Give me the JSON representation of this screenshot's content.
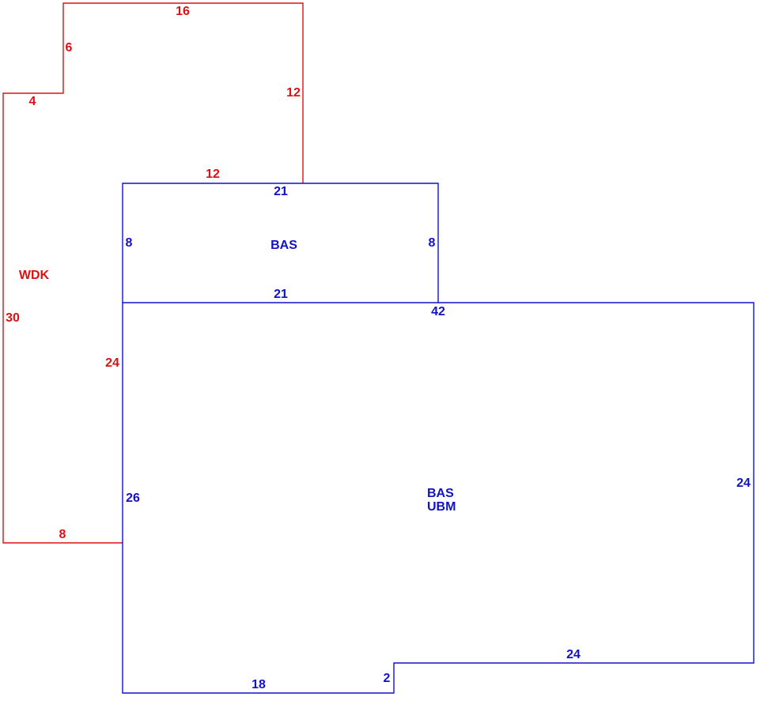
{
  "colors": {
    "deck": "#dd1111",
    "building": "#1111cc"
  },
  "deck": {
    "label": "WDK",
    "dims": {
      "top": "16",
      "left_upper": "6",
      "step": "4",
      "right_upper": "12",
      "lower_top": "12",
      "left": "30",
      "inner_left": "24",
      "bottom": "8"
    }
  },
  "upper_block": {
    "label": "BAS",
    "dims": {
      "top": "21",
      "left": "8",
      "right": "8",
      "bottom": "21"
    }
  },
  "main_block": {
    "label_line1": "BAS",
    "label_line2": "UBM",
    "dims": {
      "top": "42",
      "left": "26",
      "right": "24",
      "bottom_right": "24",
      "step": "2",
      "bottom_left": "18"
    }
  }
}
